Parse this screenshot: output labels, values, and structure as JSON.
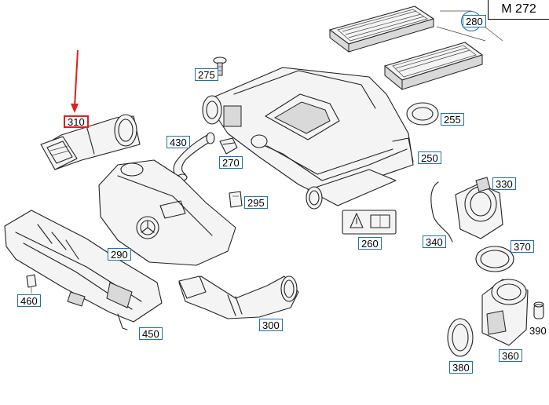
{
  "model": "M 272",
  "parts": [
    {
      "id": "p280",
      "num": "280"
    },
    {
      "id": "p275",
      "num": "275"
    },
    {
      "id": "p310",
      "num": "310",
      "highlight": true
    },
    {
      "id": "p255",
      "num": "255"
    },
    {
      "id": "p430",
      "num": "430"
    },
    {
      "id": "p270",
      "num": "270"
    },
    {
      "id": "p250",
      "num": "250"
    },
    {
      "id": "p330",
      "num": "330"
    },
    {
      "id": "p295",
      "num": "295"
    },
    {
      "id": "p260",
      "num": "260"
    },
    {
      "id": "p340",
      "num": "340"
    },
    {
      "id": "p370",
      "num": "370"
    },
    {
      "id": "p290",
      "num": "290"
    },
    {
      "id": "p460",
      "num": "460"
    },
    {
      "id": "p300",
      "num": "300"
    },
    {
      "id": "p450",
      "num": "450"
    },
    {
      "id": "p390",
      "num": "390"
    },
    {
      "id": "p380",
      "num": "380"
    },
    {
      "id": "p360",
      "num": "360"
    }
  ],
  "colors": {
    "label_border": "#1f6fb5",
    "highlight": "#e01f1f",
    "arrow": "#e01f1f"
  }
}
